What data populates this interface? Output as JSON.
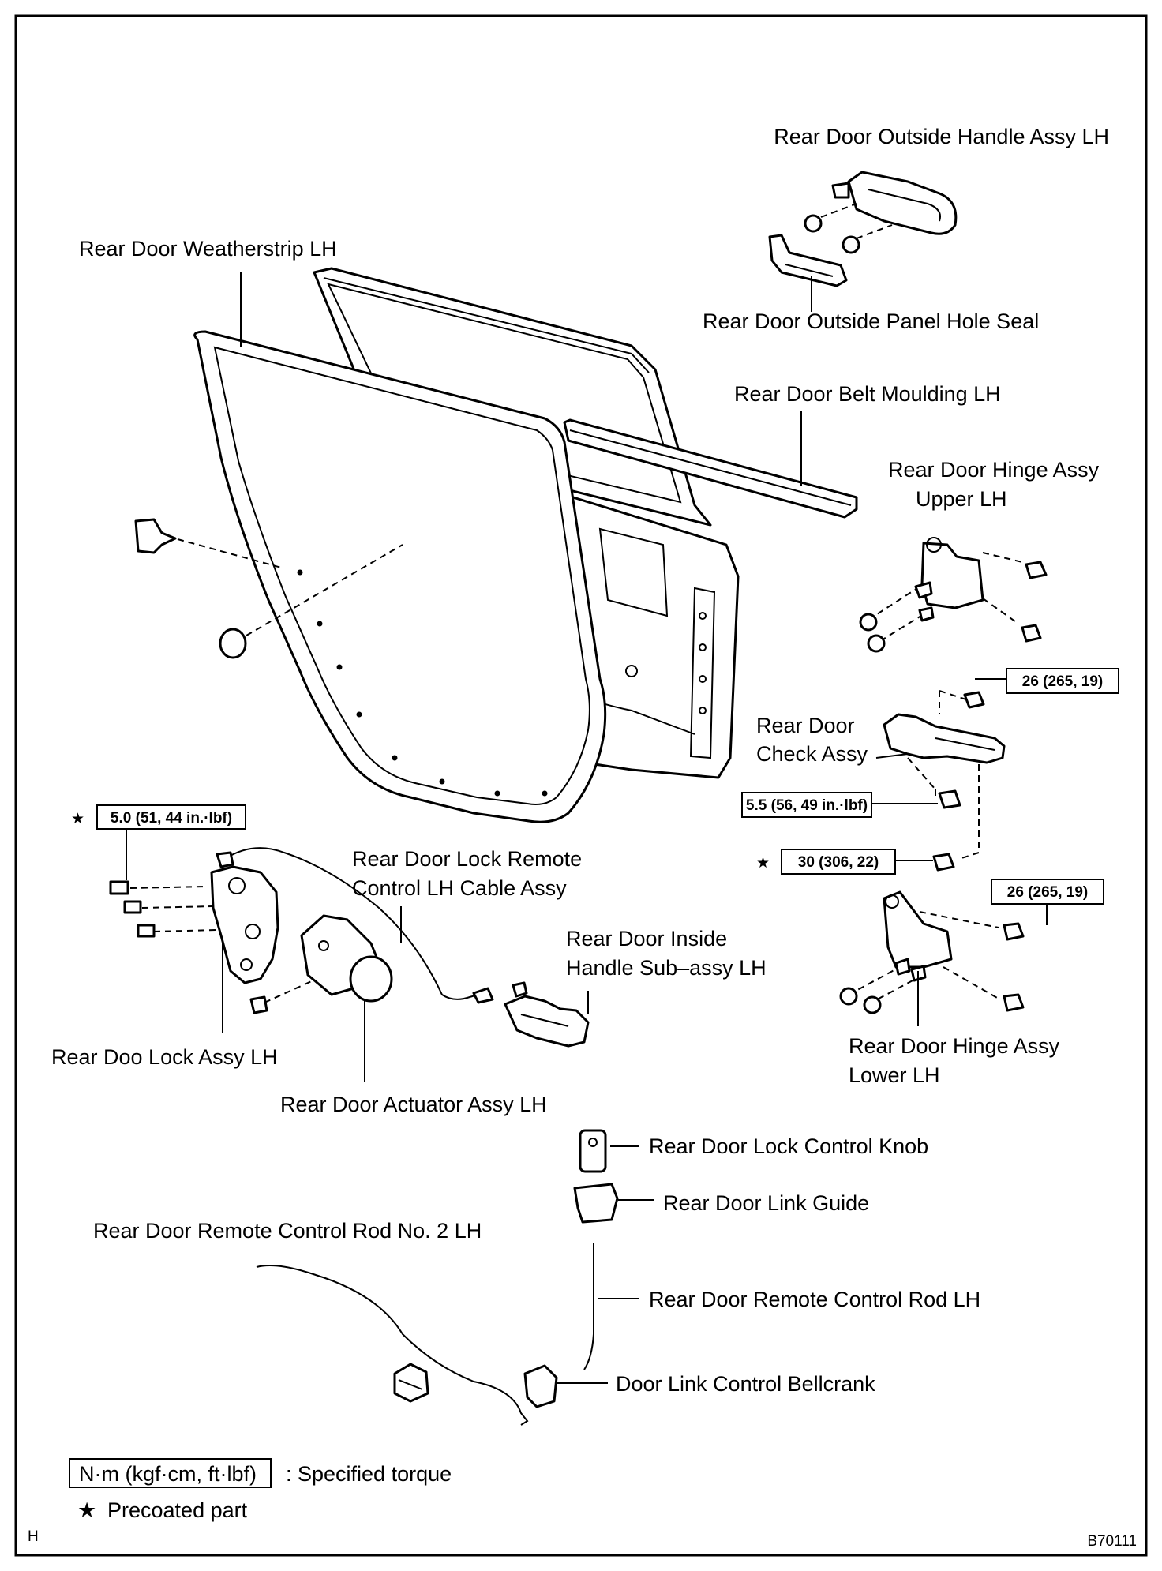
{
  "labels": {
    "outside_handle": "Rear Door Outside Handle Assy LH",
    "weatherstrip": "Rear Door Weatherstrip LH",
    "outside_panel_hole_seal": "Rear Door Outside Panel Hole Seal",
    "belt_moulding": "Rear Door Belt Moulding LH",
    "hinge_upper_1": "Rear Door Hinge Assy",
    "hinge_upper_2": "Upper LH",
    "check_assy_1": "Rear Door",
    "check_assy_2": "Check Assy",
    "cable_assy_1": "Rear Door Lock Remote",
    "cable_assy_2": "Control LH Cable Assy",
    "inside_handle_1": "Rear Door Inside",
    "inside_handle_2": "Handle Sub–assy LH",
    "hinge_lower_1": "Rear Door Hinge Assy",
    "hinge_lower_2": "Lower LH",
    "lock_assy": "Rear Doo Lock Assy LH",
    "actuator_assy": "Rear Door Actuator Assy LH",
    "lock_control_knob": "Rear Door Lock Control Knob",
    "link_guide": "Rear Door Link Guide",
    "remote_rod_no2": "Rear Door Remote Control Rod No. 2 LH",
    "remote_rod": "Rear Door Remote Control Rod LH",
    "bellcrank": "Door Link Control Bellcrank"
  },
  "torques": {
    "lock_screws": "5.0 (51, 44 in.·lbf)",
    "hinge_upper": "26 (265, 19)",
    "check_upper": "5.5 (56, 49 in.·lbf)",
    "check_lower": "30 (306, 22)",
    "hinge_lower": "26 (265, 19)"
  },
  "legend": {
    "torque_unit": "N·m (kgf·cm, ft·lbf)",
    "torque_desc": ": Specified torque",
    "precoat_symbol": "★",
    "precoat_desc": "Precoated part"
  },
  "footer": {
    "left_mark": "H",
    "figure_id": "B70111"
  }
}
